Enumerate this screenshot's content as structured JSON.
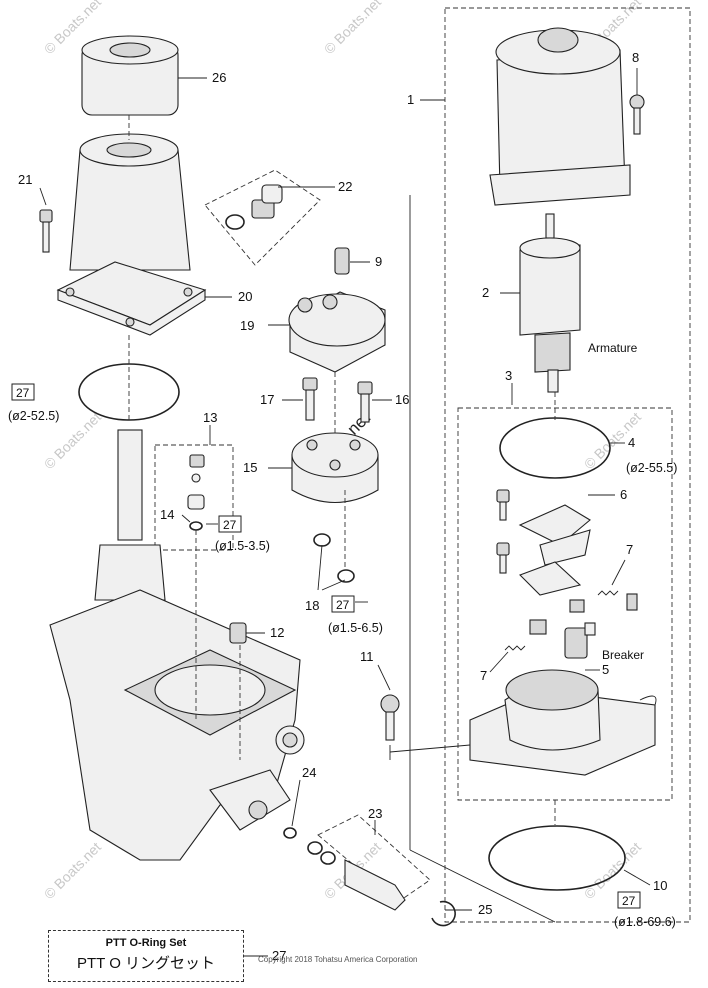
{
  "parts": {
    "p1": "1",
    "p2": "2",
    "p3": "3",
    "p4": "4",
    "p5": "5",
    "p6": "6",
    "p7a": "7",
    "p7b": "7",
    "p8": "8",
    "p9": "9",
    "p10": "10",
    "p11": "11",
    "p12": "12",
    "p13": "13",
    "p14": "14",
    "p15": "15",
    "p16": "16",
    "p17": "17",
    "p18": "18",
    "p19": "19",
    "p20": "20",
    "p21": "21",
    "p22": "22",
    "p23": "23",
    "p24": "24",
    "p25": "25",
    "p26": "26",
    "p27": "27"
  },
  "labels": {
    "armature": "Armature",
    "breaker": "Breaker"
  },
  "orings": [
    {
      "ref": "27",
      "spec": "(ø2-52.5)"
    },
    {
      "ref": "27",
      "spec": "(ø1.5-3.5)"
    },
    {
      "ref": "27",
      "spec": "(ø1.5-6.5)"
    },
    {
      "ref": "27",
      "spec": "(ø1.8-69.6)"
    }
  ],
  "spec_4": "(ø2-55.5)",
  "legend": {
    "title": "PTT O-Ring Set",
    "subtitle": "PTT O リングセット"
  },
  "watermark": "© Boats.net",
  "watermark_center": "Boats.net",
  "copyright": "Copyright 2018 Tohatsu America Corporation"
}
